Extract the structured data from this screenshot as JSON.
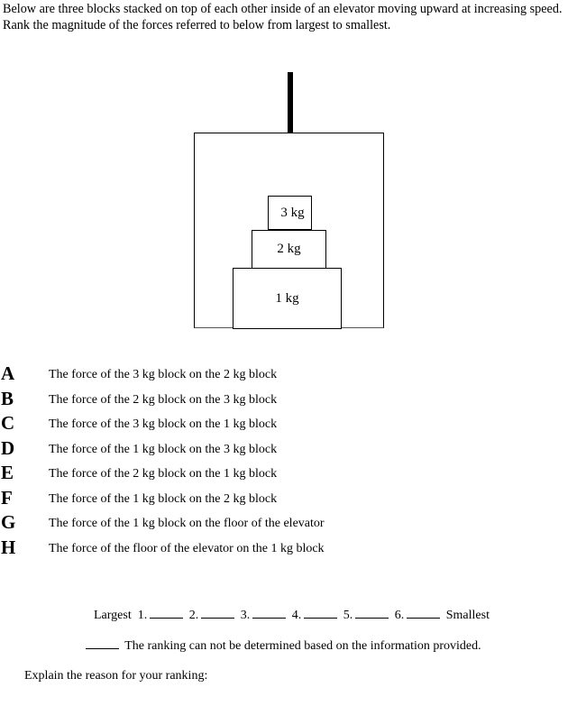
{
  "intro": "Below are three blocks stacked on top of each other inside of an elevator moving upward at increasing speed. Rank the magnitude of the forces referred to below from largest to smallest.",
  "diagram": {
    "blocks": [
      {
        "label": "3 kg"
      },
      {
        "label": "2 kg"
      },
      {
        "label": "1 kg"
      }
    ]
  },
  "options": [
    {
      "letter": "A",
      "text": "The force of the 3 kg block on the 2 kg block"
    },
    {
      "letter": "B",
      "text": "The force of the 2 kg block on the 3 kg block"
    },
    {
      "letter": "C",
      "text": "The force of the 3 kg block on the 1 kg block"
    },
    {
      "letter": "D",
      "text": "The force of the 1 kg block on the 3 kg block"
    },
    {
      "letter": "E",
      "text": "The force of the 2 kg block on the 1 kg block"
    },
    {
      "letter": "F",
      "text": "The force of the 1 kg block on the 2 kg block"
    },
    {
      "letter": "G",
      "text": "The force of the 1 kg block on the floor of the elevator"
    },
    {
      "letter": "H",
      "text": "The force of the floor of the elevator on the 1 kg block"
    }
  ],
  "ranking": {
    "largest_label": "Largest",
    "slots": [
      "1.",
      "2.",
      "3.",
      "4.",
      "5.",
      "6."
    ],
    "smallest_label": "Smallest",
    "undetermined_text": "The ranking can not be determined based on the information provided.",
    "explain_prompt": "Explain the reason for your ranking:"
  }
}
